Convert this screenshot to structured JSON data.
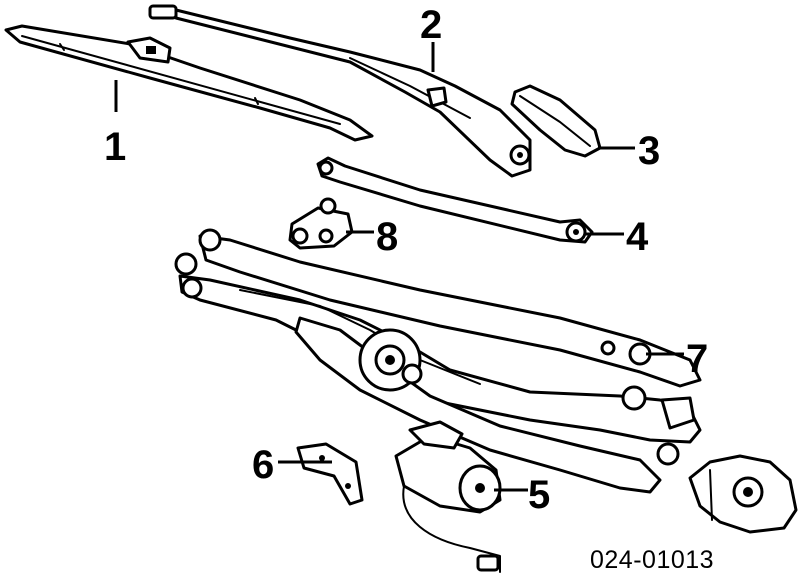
{
  "diagram": {
    "callouts": [
      {
        "id": "1",
        "label": "1"
      },
      {
        "id": "2",
        "label": "2"
      },
      {
        "id": "3",
        "label": "3"
      },
      {
        "id": "4",
        "label": "4"
      },
      {
        "id": "5",
        "label": "5"
      },
      {
        "id": "6",
        "label": "6"
      },
      {
        "id": "7",
        "label": "7"
      },
      {
        "id": "8",
        "label": "8"
      }
    ],
    "reference_code": "024-01013"
  }
}
